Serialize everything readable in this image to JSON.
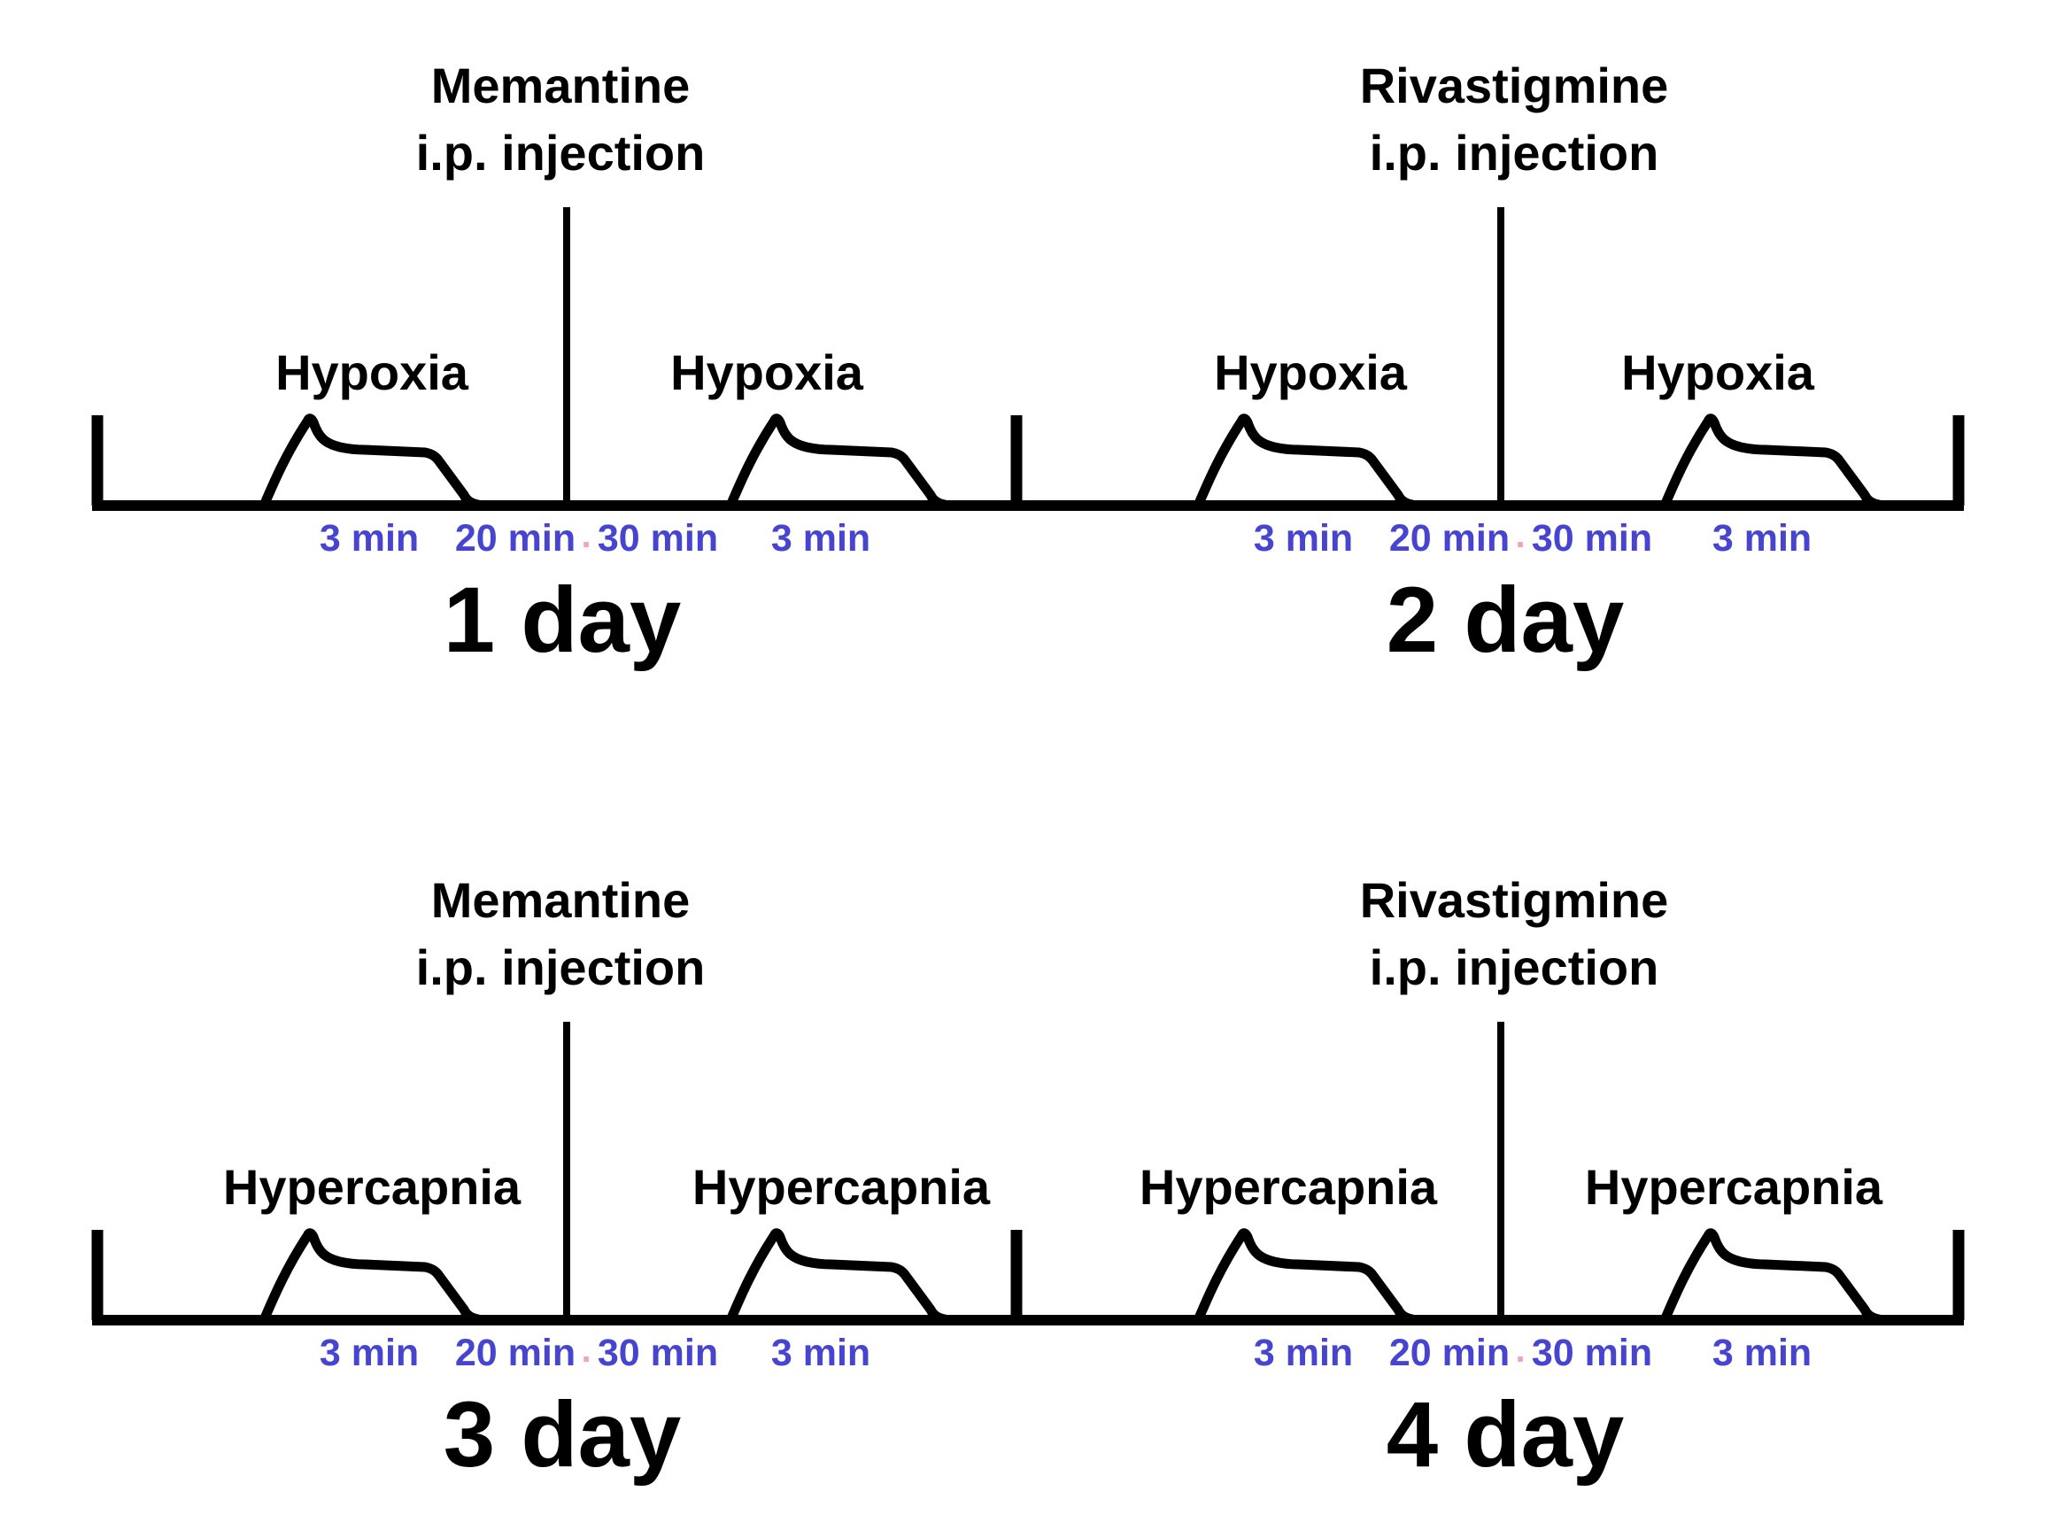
{
  "colors": {
    "ink": "#000000",
    "time_label_blue": "#4745d0",
    "faint_dot_pink": "#f0a4bc",
    "background": "#ffffff"
  },
  "route_label": "i.p. injection",
  "separator_mark": ".",
  "days": [
    {
      "label": "1 day",
      "event": "Hypoxia",
      "drug": "Memantine",
      "intervals": [
        "3 min",
        "20 min",
        "30 min",
        "3 min"
      ]
    },
    {
      "label": "2 day",
      "event": "Hypoxia",
      "drug": "Rivastigmine",
      "intervals": [
        "3 min",
        "20 min",
        "30 min",
        "3 min"
      ]
    },
    {
      "label": "3 day",
      "event": "Hypercapnia",
      "drug": "Memantine",
      "intervals": [
        "3 min",
        "20 min",
        "30 min",
        "3 min"
      ]
    },
    {
      "label": "4 day",
      "event": "Hypercapnia",
      "drug": "Rivastigmine",
      "intervals": [
        "3 min",
        "20 min",
        "30 min",
        "3 min"
      ]
    }
  ]
}
